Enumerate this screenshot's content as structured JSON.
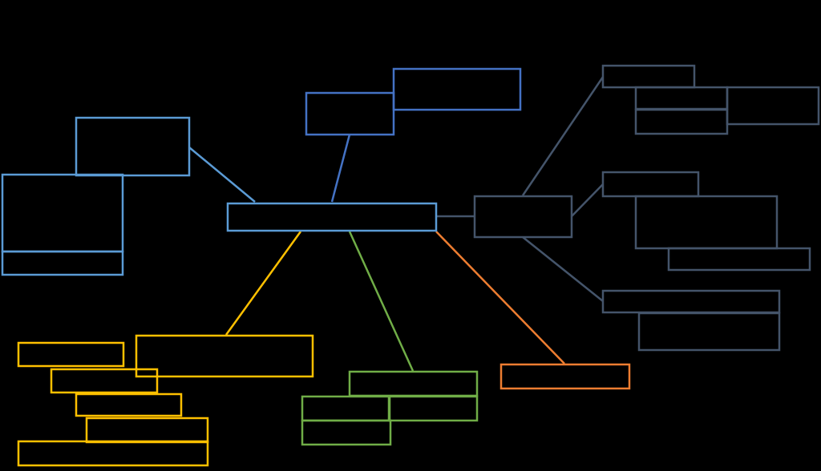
{
  "diagram": {
    "background": "#000000",
    "colors": {
      "blue": "#5b9bd5",
      "royal": "#4472c4",
      "slate": "#44546a",
      "yellow": "#ffc000",
      "green": "#70ad47",
      "orange": "#ed7d31"
    },
    "nodes": [
      {
        "id": "center",
        "branch": "blue",
        "label": ""
      },
      {
        "id": "left-top",
        "branch": "blue",
        "label": ""
      },
      {
        "id": "left-big",
        "branch": "blue",
        "label": ""
      },
      {
        "id": "left-strip",
        "branch": "blue",
        "label": ""
      },
      {
        "id": "top-small",
        "branch": "royal",
        "label": ""
      },
      {
        "id": "top-wide",
        "branch": "royal",
        "label": ""
      },
      {
        "id": "right-hub",
        "branch": "slate",
        "label": ""
      },
      {
        "id": "right-a1",
        "branch": "slate",
        "label": ""
      },
      {
        "id": "right-a2",
        "branch": "slate",
        "label": ""
      },
      {
        "id": "right-a3",
        "branch": "slate",
        "label": ""
      },
      {
        "id": "right-a4",
        "branch": "slate",
        "label": ""
      },
      {
        "id": "right-b1",
        "branch": "slate",
        "label": ""
      },
      {
        "id": "right-b2",
        "branch": "slate",
        "label": ""
      },
      {
        "id": "right-b3",
        "branch": "slate",
        "label": ""
      },
      {
        "id": "right-c1",
        "branch": "slate",
        "label": ""
      },
      {
        "id": "right-c2",
        "branch": "slate",
        "label": ""
      },
      {
        "id": "yellow-main",
        "branch": "yellow",
        "label": ""
      },
      {
        "id": "yellow-1",
        "branch": "yellow",
        "label": ""
      },
      {
        "id": "yellow-2",
        "branch": "yellow",
        "label": ""
      },
      {
        "id": "yellow-3",
        "branch": "yellow",
        "label": ""
      },
      {
        "id": "yellow-4",
        "branch": "yellow",
        "label": ""
      },
      {
        "id": "yellow-5",
        "branch": "yellow",
        "label": ""
      },
      {
        "id": "green-main",
        "branch": "green",
        "label": ""
      },
      {
        "id": "green-1",
        "branch": "green",
        "label": ""
      },
      {
        "id": "green-2",
        "branch": "green",
        "label": ""
      },
      {
        "id": "green-3",
        "branch": "green",
        "label": ""
      },
      {
        "id": "orange-main",
        "branch": "orange",
        "label": ""
      }
    ],
    "edges": [
      {
        "from": "center",
        "to": "left-top",
        "branch": "blue"
      },
      {
        "from": "center",
        "to": "top-small",
        "branch": "royal"
      },
      {
        "from": "center",
        "to": "right-hub",
        "branch": "slate"
      },
      {
        "from": "right-hub",
        "to": "right-a1",
        "branch": "slate"
      },
      {
        "from": "right-hub",
        "to": "right-b1",
        "branch": "slate"
      },
      {
        "from": "right-hub",
        "to": "right-c1",
        "branch": "slate"
      },
      {
        "from": "center",
        "to": "yellow-main",
        "branch": "yellow"
      },
      {
        "from": "center",
        "to": "green-main",
        "branch": "green"
      },
      {
        "from": "center",
        "to": "orange-main",
        "branch": "orange"
      }
    ]
  }
}
